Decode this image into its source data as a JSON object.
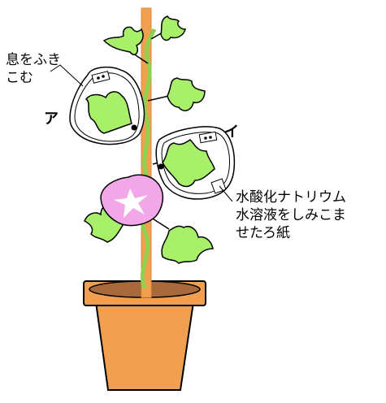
{
  "labels": {
    "breath": [
      "息をふき",
      "こむ"
    ],
    "bag_a": "ア",
    "bag_i": "イ",
    "paper": [
      "水酸化ナトリウム",
      "水溶液をしみこま",
      "せたろ紙"
    ]
  },
  "colors": {
    "leaf": "#a8ef6a",
    "stem": "#8fd04f",
    "pole": "#f0a050",
    "pot": "#f0a050",
    "soil": "#a86a3c",
    "flower": "#f2a8e8",
    "flower_center": "#ffffff",
    "outline": "#000000"
  }
}
